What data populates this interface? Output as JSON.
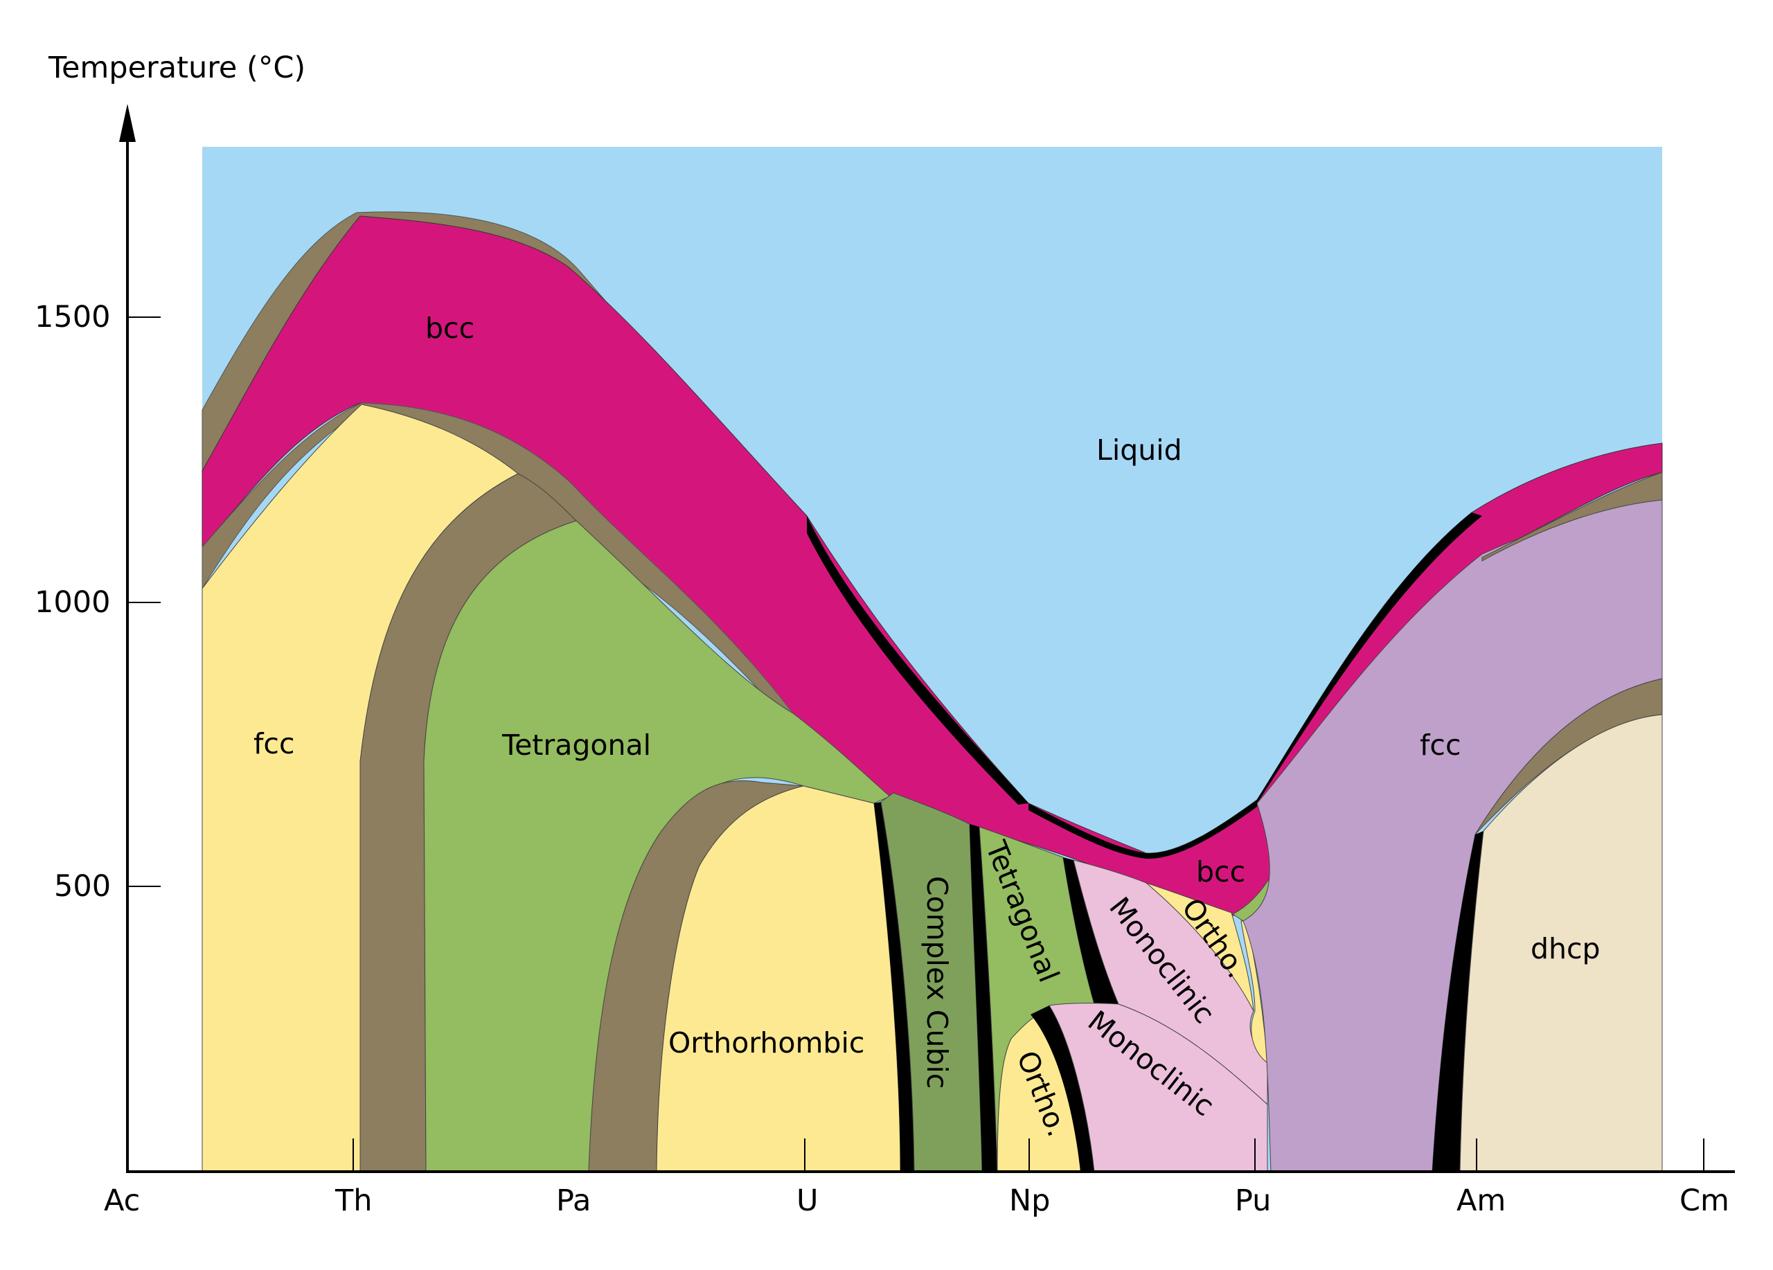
{
  "y_axis": {
    "title": "Temperature (°C)",
    "ticks": [
      "1500",
      "1000",
      "500"
    ]
  },
  "x_axis": {
    "ticks": [
      "Ac",
      "Th",
      "Pa",
      "U",
      "Np",
      "Pu",
      "Am",
      "Cm"
    ]
  },
  "regions": {
    "liquid": "Liquid",
    "bcc_main": "bcc",
    "bcc_pu": "bcc",
    "fcc_left": "fcc",
    "fcc_right": "fcc",
    "tetragonal_pa": "Tetragonal",
    "orthorhombic_u": "Orthorhombic",
    "complex_cubic": "Complex Cubic",
    "tetragonal_np": "Tetragonal",
    "ortho_np": "Ortho.",
    "ortho_pu": "Ortho.",
    "monoclinic_upper": "Monoclinic",
    "monoclinic_lower": "Monoclinic",
    "dhcp": "dhcp"
  },
  "colors": {
    "liquid": "#a5d8f5",
    "bcc": "#d4167c",
    "two_phase": "#8c7e5e",
    "fcc_yellow": "#fde992",
    "tetragonal_green": "#94bc60",
    "complex_cubic": "#7fa05a",
    "monoclinic_pink": "#ecc0da",
    "fcc_purple": "#bea0cb",
    "dhcp_beige": "#eee2c7",
    "black_band": "#000000"
  }
}
